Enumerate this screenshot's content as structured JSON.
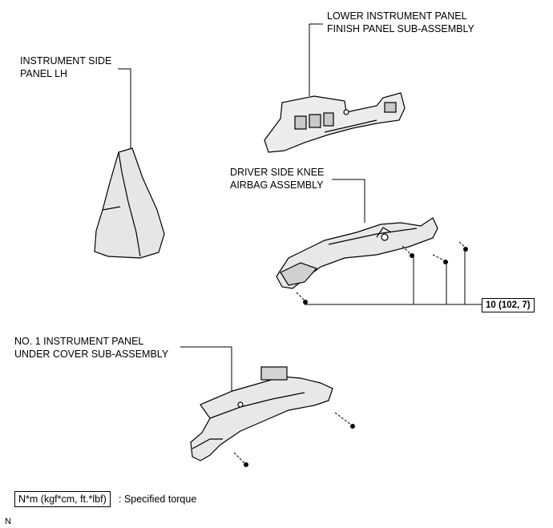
{
  "labels": {
    "lower_panel": [
      "LOWER INSTRUMENT PANEL",
      "FINISH PANEL SUB-ASSEMBLY"
    ],
    "side_panel": [
      "INSTRUMENT SIDE",
      "PANEL LH"
    ],
    "knee_airbag": [
      "DRIVER SIDE KNEE",
      "AIRBAG ASSEMBLY"
    ],
    "under_cover": [
      "NO. 1 INSTRUMENT PANEL",
      "UNDER COVER SUB-ASSEMBLY"
    ]
  },
  "torque": {
    "value": "10 (102, 7)"
  },
  "legend": {
    "box": "N*m (kgf*cm, ft.*lbf)",
    "text": ": Specified torque"
  },
  "code": "N"
}
